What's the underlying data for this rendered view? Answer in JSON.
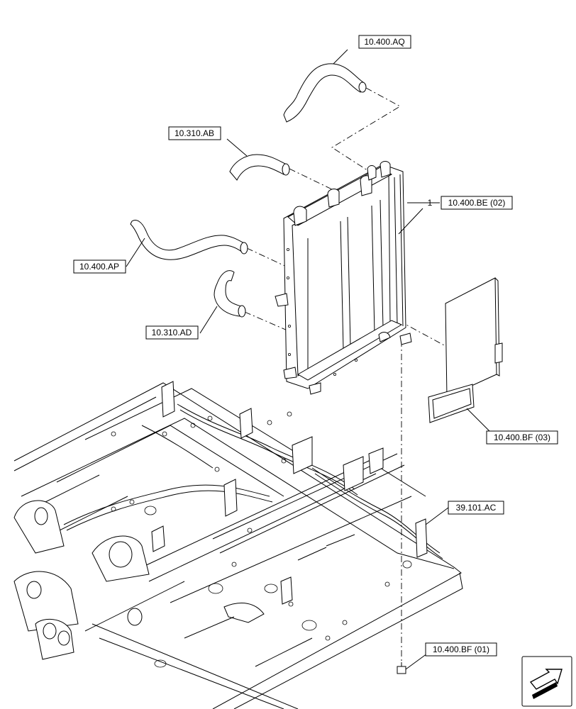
{
  "callouts": {
    "hose_upper_top": "10.400.AQ",
    "hose_upper": "10.310.AB",
    "hose_lower_long": "10.400.AP",
    "hose_lower": "10.310.AD",
    "radiator_item_no": "1",
    "radiator": "10.400.BE (02)",
    "panel": "10.400.BF (03)",
    "frame": "39.101.AC",
    "bolt": "10.400.BF (01)"
  },
  "icons": {
    "nav": "direction-arrow-icon"
  }
}
